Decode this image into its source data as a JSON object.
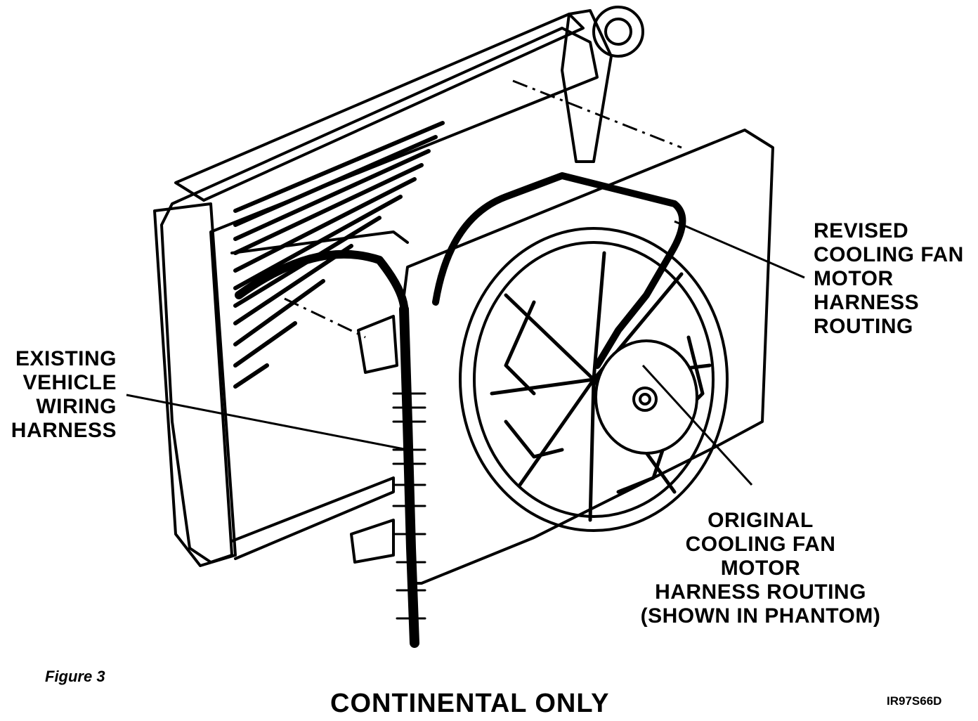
{
  "labels": {
    "revised": [
      "REVISED",
      "COOLING FAN",
      "MOTOR",
      "HARNESS",
      "ROUTING"
    ],
    "existing": [
      "EXISTING",
      "VEHICLE",
      "WIRING",
      "HARNESS"
    ],
    "original": [
      "ORIGINAL",
      "COOLING FAN",
      "MOTOR",
      "HARNESS ROUTING",
      "(SHOWN IN PHANTOM)"
    ]
  },
  "figure_caption": "Figure 3",
  "title": "CONTINENTAL ONLY",
  "figure_code": "IR97S66D"
}
